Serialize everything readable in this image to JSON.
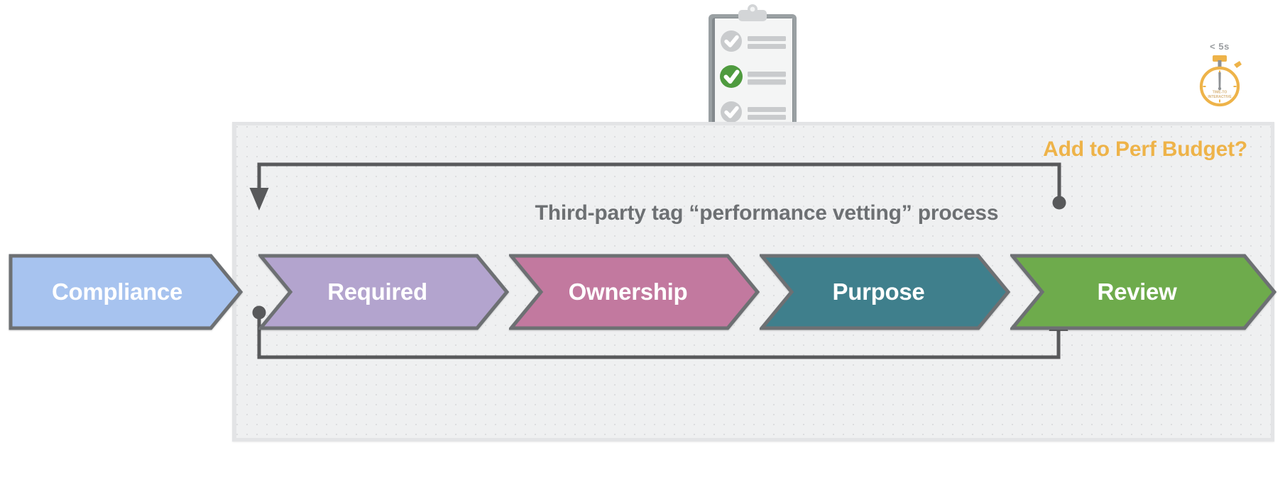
{
  "diagram": {
    "title": "Third-party tag “performance vetting” process",
    "perf_budget_label": "Add to Perf Budget?",
    "panel_bg_color": "#eff0f1",
    "accent_color": "#eeb349",
    "line_color": "#58595b"
  },
  "stages": [
    {
      "label": "Compliance",
      "color": "#a7c3ef",
      "border": "#6d7073"
    },
    {
      "label": "Required",
      "color": "#b3a4ce",
      "border": "#6d7073"
    },
    {
      "label": "Ownership",
      "color": "#c2799f",
      "border": "#6d7073"
    },
    {
      "label": "Purpose",
      "color": "#3f7f8c",
      "border": "#6d7073"
    },
    {
      "label": "Review",
      "color": "#6eab4c",
      "border": "#6d7073"
    }
  ],
  "stopwatch": {
    "value": "< 5s",
    "dial_line_1": "TIME-TO",
    "dial_line_2": "INTERACTIVE",
    "color": "#eeb349"
  },
  "clipboard": {
    "checked_item_index": 1,
    "check_color": "#4f9b3f",
    "unchecked_color": "#c9cbcd",
    "rows": 3
  },
  "loops": {
    "top_loop_note": "Review result loops back to Required",
    "bottom_loop_note": "Compliance loops forward to Review"
  }
}
